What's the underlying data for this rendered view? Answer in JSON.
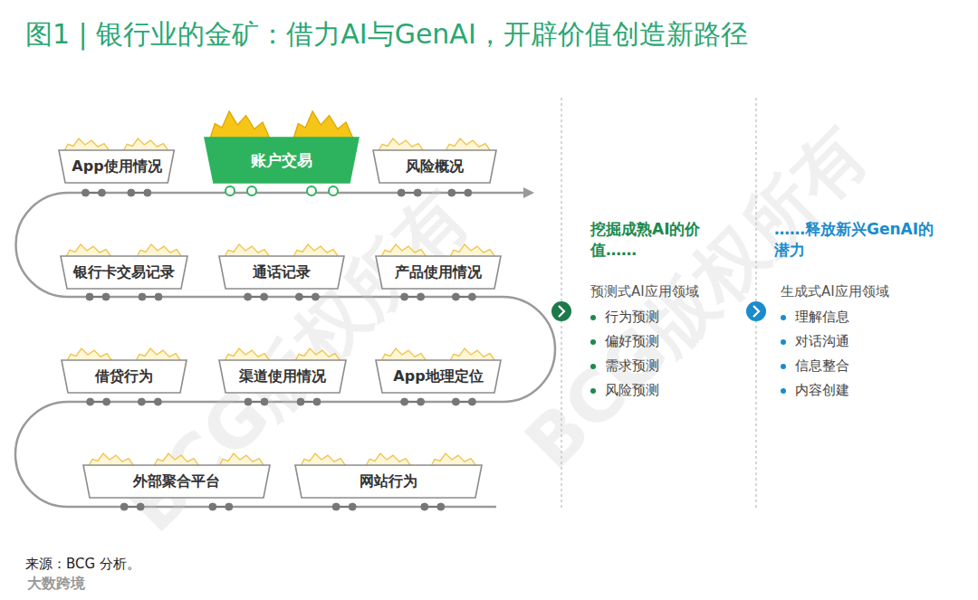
{
  "diagram": {
    "title": "图1 | 银行业的金矿：借力AI与GenAI，开辟价值创造新路径",
    "caption": "来源：BCG 分析。",
    "nodes": [
      {
        "text": [
          "App使用情况"
        ]
      },
      {
        "text": [
          "账户交易"
        ]
      },
      {
        "text": [
          "风险概况"
        ]
      },
      {
        "text": [
          "银行卡交易记录"
        ]
      },
      {
        "text": [
          "通话记录"
        ]
      },
      {
        "text": [
          "产品使用情况"
        ]
      },
      {
        "text": [
          "借贷行为"
        ]
      },
      {
        "text": [
          "渠道使用情况"
        ]
      },
      {
        "text": [
          "App地理定位"
        ]
      },
      {
        "text": [
          "外部聚合平台"
        ]
      },
      {
        "text": [
          "网站行为"
        ]
      }
    ],
    "labels": [
      "挖掘成熟AI的价值……",
      "预测式AI应用领域",
      "行为预测",
      "偏好预测",
      "需求预测",
      "风险预测",
      "……释放新兴GenAI的潜力",
      "生成式AI应用领域",
      "理解信息",
      "对话沟通",
      "信息整合",
      "内容创建",
      "BCG版权所有",
      "BCG版权所有",
      "大数跨境"
    ]
  }
}
